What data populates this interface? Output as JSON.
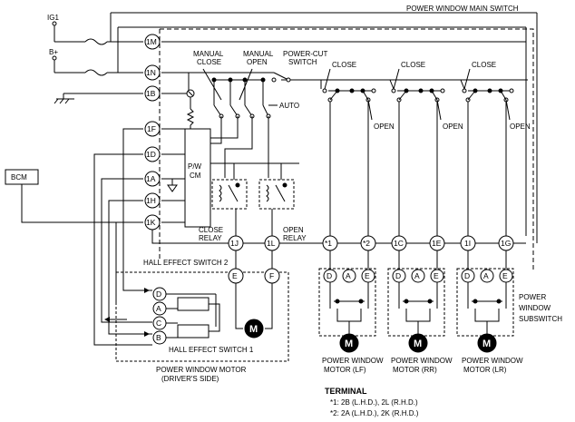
{
  "title": "POWER WINDOW MAIN SWITCH",
  "supply": {
    "ig1": "IG1",
    "bplus": "B+"
  },
  "bcm": "BCM",
  "pins": {
    "p1M": "1M",
    "p1N": "1N",
    "p1B": "1B",
    "p1F": "1F",
    "p1D": "1D",
    "p1A": "1A",
    "p1H": "1H",
    "p1K": "1K",
    "p1J": "1J",
    "p1L": "1L",
    "s1": "*1",
    "s2": "*2",
    "p1C": "1C",
    "p1E": "1E",
    "p1I": "1I",
    "p1G": "1G"
  },
  "labels": {
    "manual_close": "MANUAL\nCLOSE",
    "manual_open": "MANUAL\nOPEN",
    "power_cut": "POWER-CUT\nSWITCH",
    "auto": "AUTO",
    "pwcm": "P/W\nCM",
    "close_relay": "CLOSE\nRELAY",
    "open_relay": "OPEN\nRELAY",
    "close": "CLOSE",
    "open": "OPEN",
    "hall2": "HALL EFFECT SWITCH 2",
    "hall1": "HALL EFFECT SWITCH 1",
    "motor_driver": "POWER WINDOW MOTOR\n(DRIVER'S SIDE)",
    "subswitch": "POWER\nWINDOW\nSUBSWITCH",
    "motor_lf": "POWER WINDOW\nMOTOR (LF)",
    "motor_rr": "POWER WINDOW\nMOTOR (RR)",
    "motor_lr": "POWER WINDOW\nMOTOR (LR)",
    "motor_symbol": "M"
  },
  "connector_letters": {
    "d": "D",
    "a": "A",
    "e": "E",
    "f": "F",
    "c": "C",
    "b": "B"
  },
  "terminal": {
    "heading": "TERMINAL",
    "note1": "*1: 2B (L.H.D.), 2L (R.H.D.)",
    "note2": "*2: 2A (L.H.D.), 2K (R.H.D.)"
  }
}
